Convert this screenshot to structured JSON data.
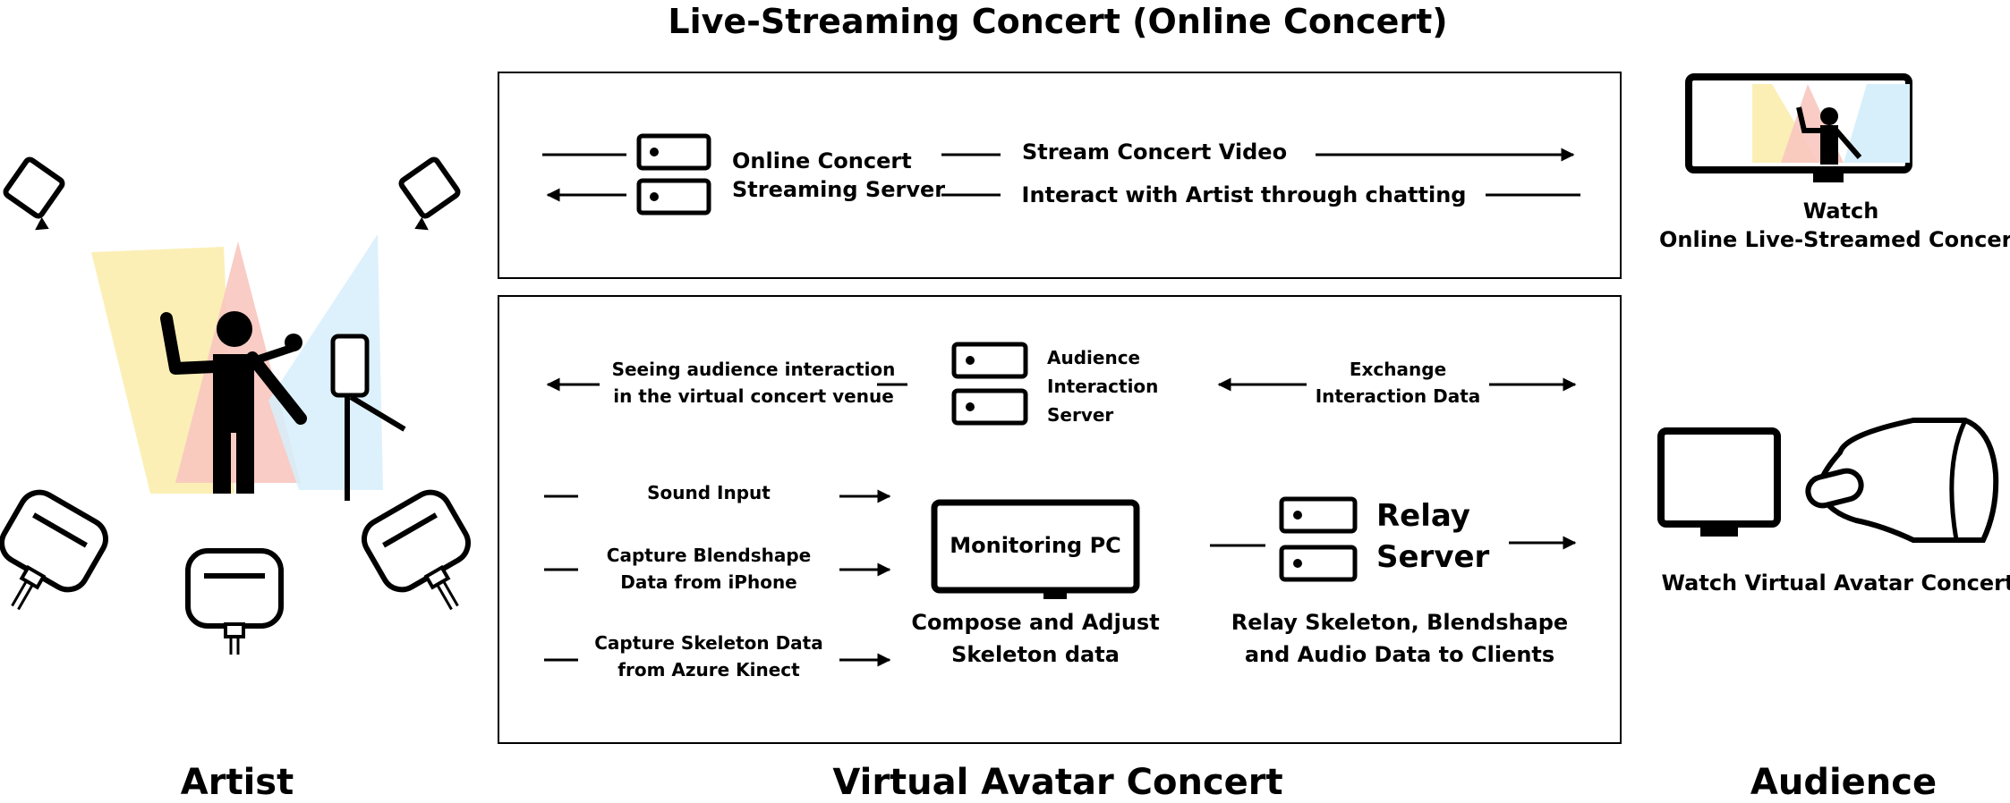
{
  "title": "Live-Streaming Concert (Online Concert)",
  "streaming_box": {
    "server_label": [
      "Online Concert",
      "Streaming Server"
    ],
    "stream_arrow": "Stream Concert Video",
    "chat_arrow": "Interact with Artist through chatting"
  },
  "audience_top": {
    "caption": [
      "Watch",
      "Online Live-Streamed Concert"
    ]
  },
  "virtual_box": {
    "seeing": [
      "Seeing audience interaction",
      "in the virtual concert venue"
    ],
    "interaction_server": [
      "Audience",
      "Interaction",
      "Server"
    ],
    "exchange": [
      "Exchange",
      "Interaction Data"
    ],
    "inputs": {
      "sound": "Sound Input",
      "blendshape": [
        "Capture Blendshape",
        "Data from iPhone"
      ],
      "skeleton": [
        "Capture Skeleton Data",
        "from Azure Kinect"
      ]
    },
    "monitoring_pc": "Monitoring PC",
    "compose": [
      "Compose and Adjust",
      "Skeleton data"
    ],
    "relay_server": [
      "Relay",
      "Server"
    ],
    "relay_caption": [
      "Relay Skeleton, Blendshape",
      "and Audio Data to Clients"
    ]
  },
  "audience_bottom": {
    "caption": "Watch Virtual Avatar Concert"
  },
  "footer": {
    "artist": "Artist",
    "virtual": "Virtual Avatar Concert",
    "audience": "Audience"
  },
  "colors": {
    "spot_yellow": "#fbefb6",
    "spot_red": "#f8c6c0",
    "spot_blue": "#d7effb"
  }
}
